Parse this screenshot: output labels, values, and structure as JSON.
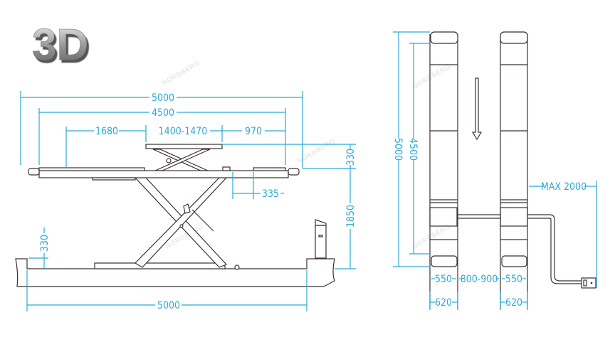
{
  "logo": {
    "text": "3D"
  },
  "watermark": "NORDBERG",
  "colors": {
    "dimension": "#29a9d6",
    "outline": "#3b3131"
  },
  "side_view": {
    "overall_length": "5000",
    "platform_length": "4500",
    "front_section": "1680",
    "middle_section": "1400-1470",
    "rear_section": "970",
    "aux_height": "330",
    "lift_height": "1850",
    "ramp_offset": "335",
    "base_height": "330",
    "base_length": "5000"
  },
  "top_view": {
    "overall_length": "5000",
    "platform_length": "4500",
    "runway_inner_left": "550",
    "runway_gap": "800-900",
    "runway_inner_right": "550",
    "runway_outer_left": "620",
    "runway_outer_right": "620",
    "cable_length": "MAX 2000"
  }
}
